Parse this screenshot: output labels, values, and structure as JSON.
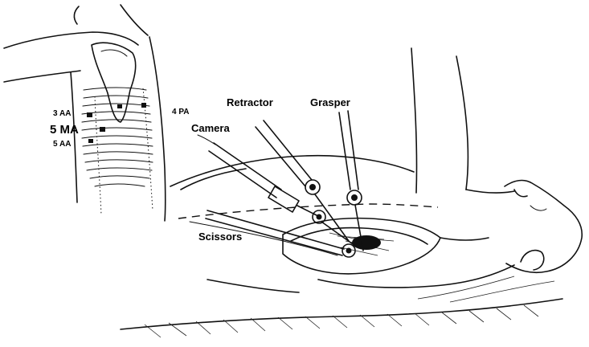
{
  "ports": {
    "aa3": "3 AA",
    "ma5": "5 MA",
    "aa5": "5 AA",
    "pa4": "4 PA"
  },
  "instruments": {
    "retractor": "Retractor",
    "grasper": "Grasper",
    "camera": "Camera",
    "scissors": "Scissors"
  }
}
